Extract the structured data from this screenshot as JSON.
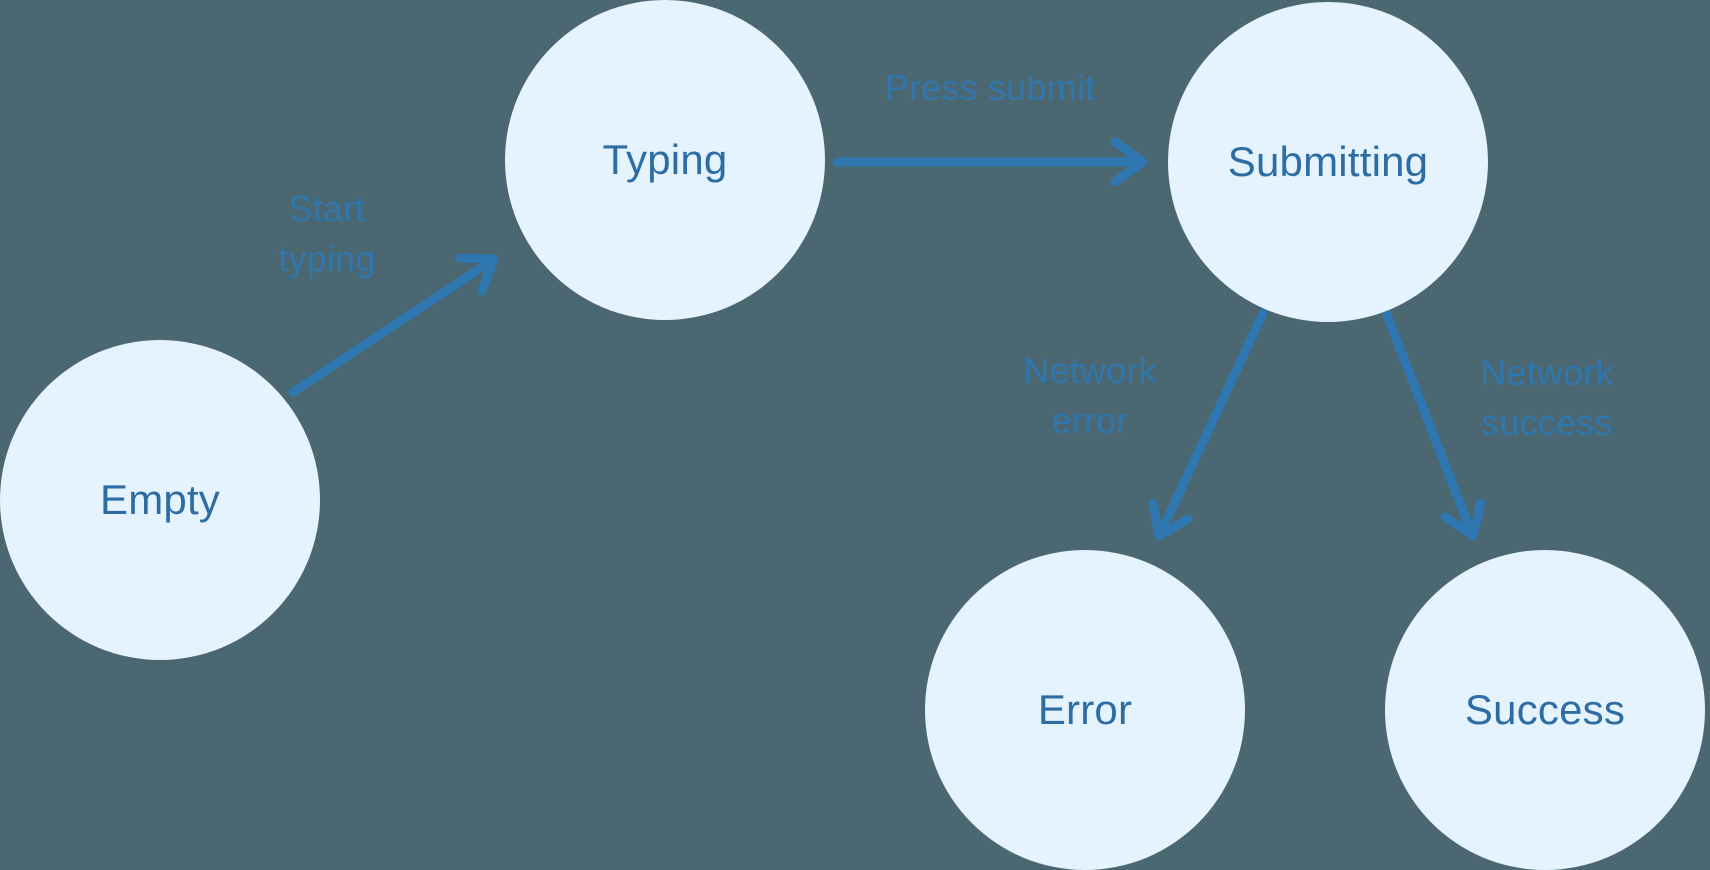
{
  "diagram": {
    "title": "form submission state machine",
    "colors": {
      "background": "#4b6772",
      "node_fill": "#e4f3fd",
      "node_text": "#2d6da4",
      "edge_stroke": "#2e77b0",
      "edge_label": "#2f77ad"
    },
    "nodes": [
      {
        "id": "empty",
        "label": "Empty"
      },
      {
        "id": "typing",
        "label": "Typing"
      },
      {
        "id": "submitting",
        "label": "Submitting"
      },
      {
        "id": "error",
        "label": "Error"
      },
      {
        "id": "success",
        "label": "Success"
      }
    ],
    "edges": [
      {
        "from": "Empty",
        "to": "Typing",
        "label": "Start typing"
      },
      {
        "from": "Typing",
        "to": "Submitting",
        "label": "Press submit"
      },
      {
        "from": "Submitting",
        "to": "Error",
        "label": "Network error"
      },
      {
        "from": "Submitting",
        "to": "Success",
        "label": "Network success"
      }
    ]
  }
}
